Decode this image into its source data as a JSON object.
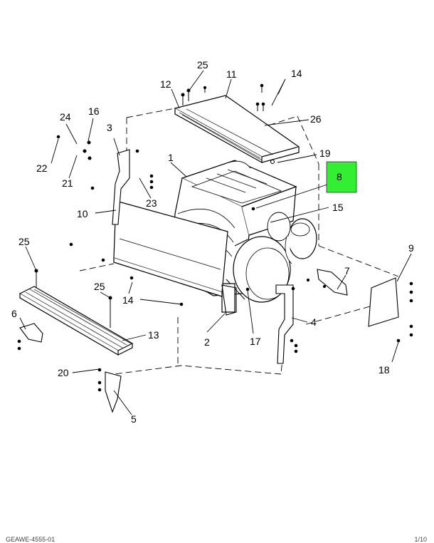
{
  "callouts": {
    "c1": "1",
    "c2": "2",
    "c3": "3",
    "c4": "4",
    "c5": "5",
    "c6": "6",
    "c7": "7",
    "c8": "8",
    "c9": "9",
    "c10": "10",
    "c11": "11",
    "c12": "12",
    "c13": "13",
    "c14a": "14",
    "c14b": "14",
    "c15": "15",
    "c16": "16",
    "c17": "17",
    "c18": "18",
    "c19": "19",
    "c20": "20",
    "c21": "21",
    "c22": "22",
    "c23": "23",
    "c24": "24",
    "c25a": "25",
    "c25b": "25",
    "c25c": "25",
    "c26": "26"
  },
  "highlight": {
    "item": "8",
    "color": "#33ee33"
  },
  "footer": {
    "left": "GEAWE-4555-01",
    "right": "1/10"
  }
}
